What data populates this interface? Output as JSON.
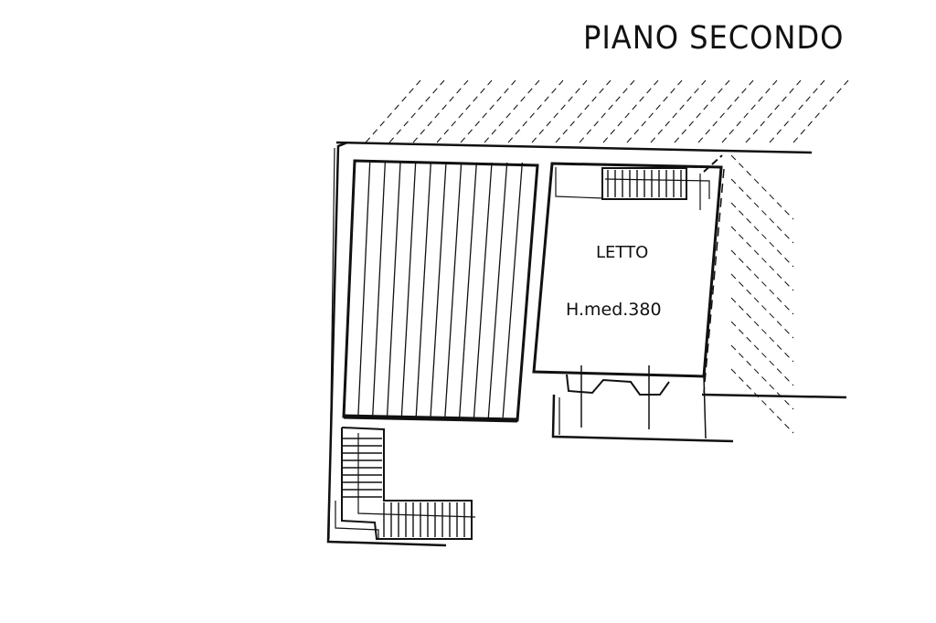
{
  "drawing": {
    "title": "PIANO SECONDO",
    "ink_color": "#111111",
    "background": "#ffffff"
  },
  "rooms": [
    {
      "name": "LETTO",
      "height_label": "H.med.380"
    }
  ]
}
